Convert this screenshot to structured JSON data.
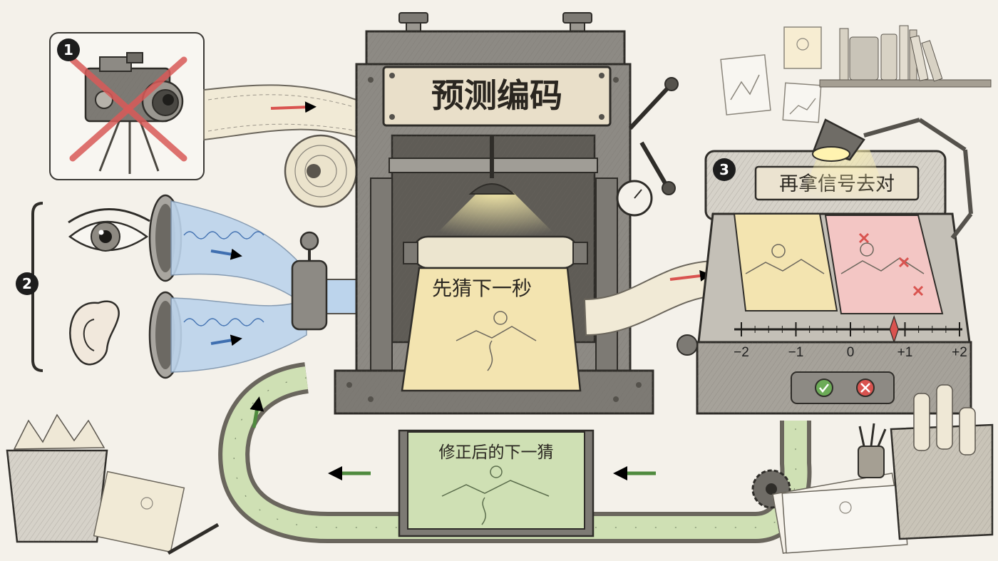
{
  "machine_title": "预测编码",
  "paper_guess_label": "先猜下一秒",
  "compare_label": "再拿信号去对",
  "corrected_label": "修正后的下一猜",
  "steps": [
    "1",
    "2",
    "3"
  ],
  "ruler_ticks": [
    "−2",
    "−1",
    "0",
    "+1",
    "+2"
  ],
  "error_marker_value": 0.8,
  "icons": {
    "camera": "crossed-out-camera-icon",
    "eye": "eye-icon",
    "ear": "ear-icon",
    "ok": "check-icon",
    "bad": "cross-icon",
    "lamp": "desk-lamp-icon",
    "gear": "gear-icon"
  },
  "colors": {
    "background": "#f4f1ea",
    "metal": "#8d8a84",
    "metal_dark": "#55524c",
    "prediction_paper": "#f3e4b0",
    "signal_paper": "#f3c6c4",
    "corrected_paper": "#cfe0b4",
    "sense_stream": "#bcd4ec",
    "arrow_red": "#d9534f",
    "arrow_blue": "#3f6fb0",
    "arrow_green": "#4f8a3e",
    "badge": "#1d1d1d"
  }
}
